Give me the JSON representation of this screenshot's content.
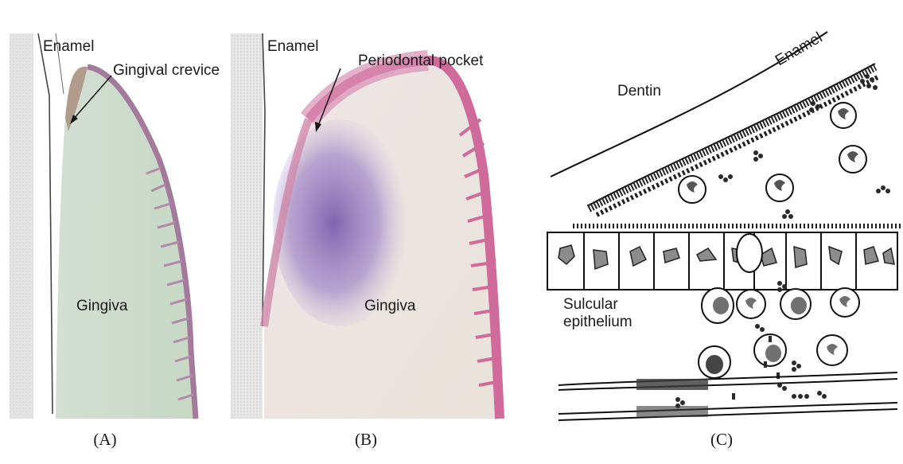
{
  "panels": [
    {
      "caption": "(A)",
      "labels": {
        "enamel": "Enamel",
        "crevice": "Gingival crevice",
        "gingiva": "Gingiva"
      }
    },
    {
      "caption": "(B)",
      "labels": {
        "enamel": "Enamel",
        "pocket": "Periodontal pocket",
        "gingiva": "Gingiva"
      }
    },
    {
      "caption": "(C)",
      "labels": {
        "dentin": "Dentin",
        "enamel": "Enamel",
        "epithelium_line1": "Sulcular",
        "epithelium_line2": "epithelium"
      }
    }
  ],
  "colors": {
    "tooth_section": "#e3e3e3",
    "gingiva_a": "#c9dbc9",
    "epithelium_a": "#b08aa8",
    "gingiva_b": "#eee8e2",
    "epithelium_b": "#cf6a9a",
    "inflammation": "#8a6ab8",
    "cell_nucleus": "#7a7a7a",
    "bacteria": "#2a2a2a"
  }
}
